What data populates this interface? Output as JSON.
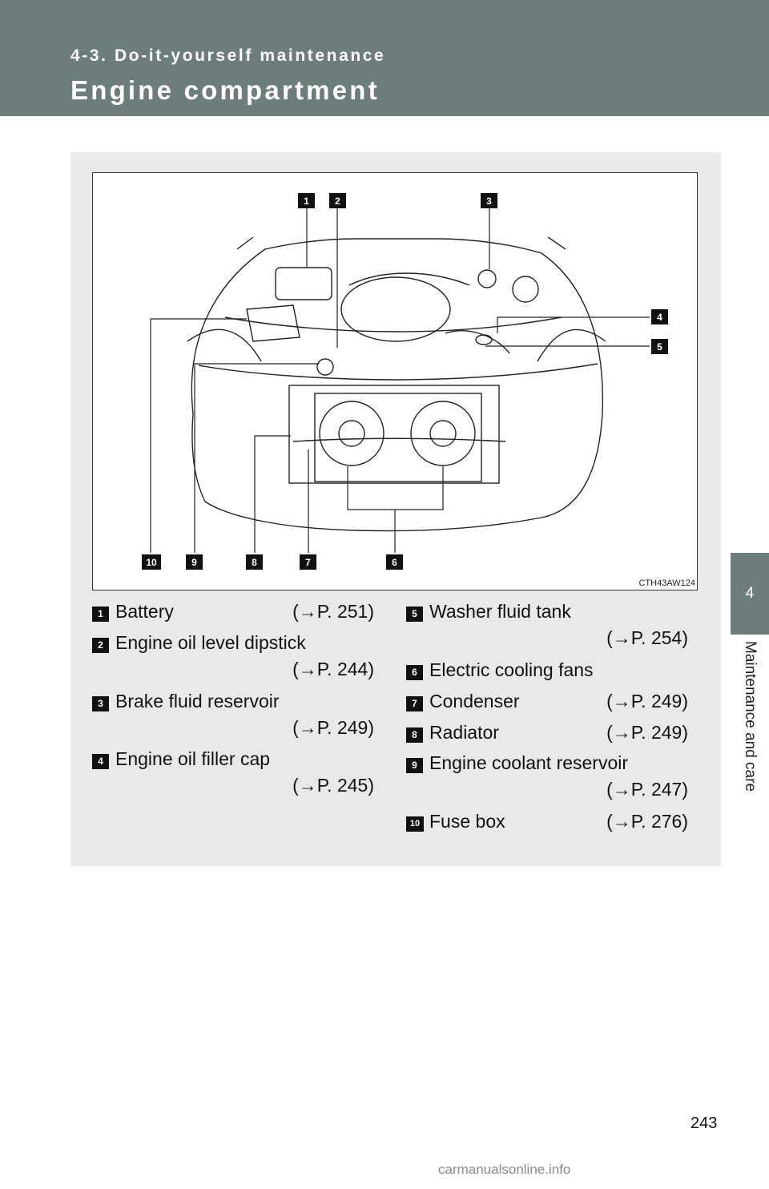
{
  "header": {
    "section": "4-3. Do-it-yourself maintenance",
    "title": "Engine compartment"
  },
  "side_tab": {
    "number": "4",
    "label": "Maintenance and care"
  },
  "figure": {
    "code": "CTH43AW124",
    "callouts": [
      "1",
      "2",
      "3",
      "4",
      "5",
      "6",
      "7",
      "8",
      "9",
      "10"
    ]
  },
  "items": [
    {
      "num": "1",
      "label": "Battery",
      "ref": "(→P. 251)"
    },
    {
      "num": "2",
      "label": "Engine oil level dipstick",
      "ref": "(→P. 244)"
    },
    {
      "num": "3",
      "label": "Brake fluid reservoir",
      "ref": "(→P. 249)"
    },
    {
      "num": "4",
      "label": "Engine oil filler cap",
      "ref": "(→P. 245)"
    },
    {
      "num": "5",
      "label": "Washer fluid tank",
      "ref": "(→P. 254)"
    },
    {
      "num": "6",
      "label": "Electric cooling fans",
      "ref": ""
    },
    {
      "num": "7",
      "label": "Condenser",
      "ref": "(→P. 249)"
    },
    {
      "num": "8",
      "label": "Radiator",
      "ref": "(→P. 249)"
    },
    {
      "num": "9",
      "label": "Engine coolant reservoir",
      "ref": "(→P. 247)"
    },
    {
      "num": "10",
      "label": "Fuse box",
      "ref": "(→P. 276)"
    }
  ],
  "page_number": "243",
  "watermark": "carmanualsonline.info"
}
